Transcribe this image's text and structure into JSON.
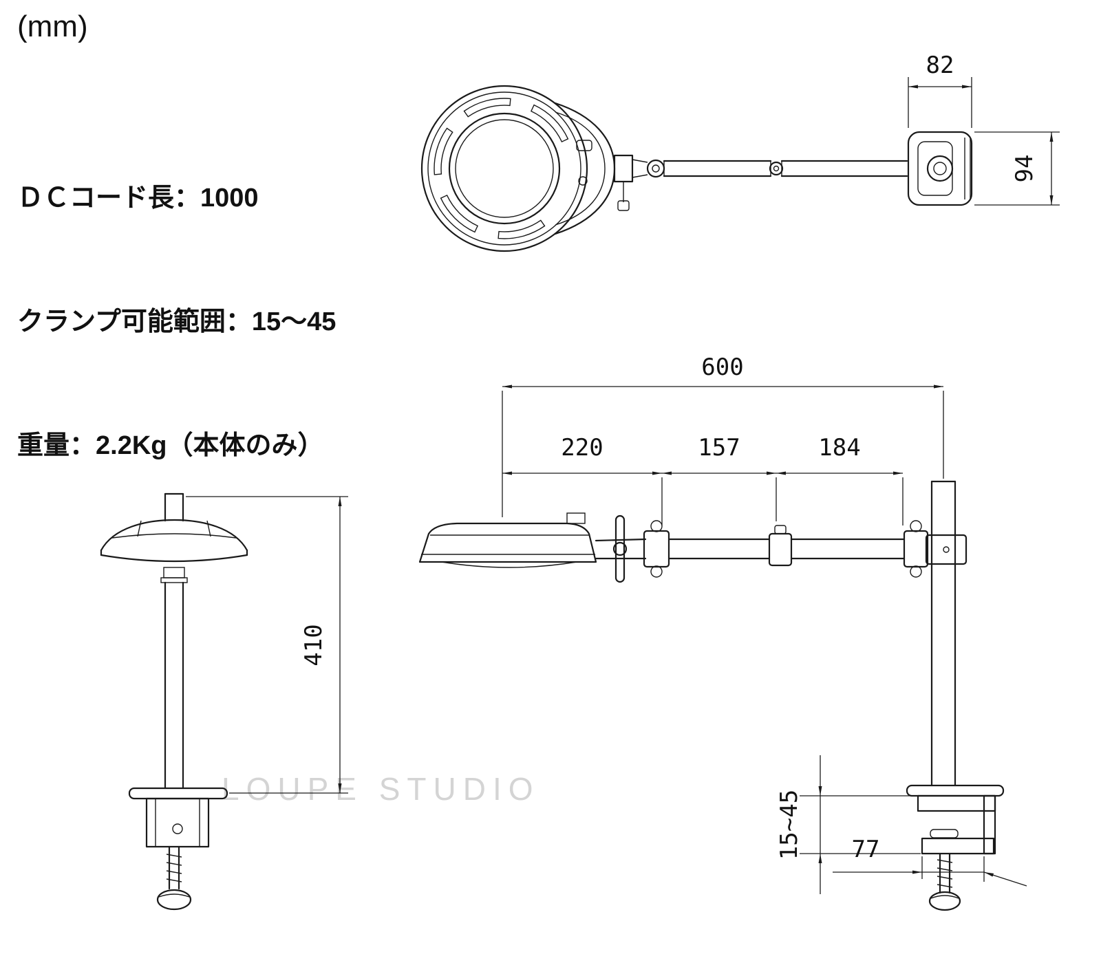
{
  "unit_label": "(mm)",
  "specs": {
    "dc_cord": "ＤＣコード長：1000",
    "clamp_range": "クランプ可能範囲：15～45",
    "weight": "重量：2.2Kg（本体のみ）"
  },
  "dimensions": {
    "bracket_width": "82",
    "bracket_height": "94",
    "arm_total_length": "600",
    "arm_segment_1": "220",
    "arm_segment_2": "157",
    "arm_segment_3": "184",
    "pole_height": "410",
    "clamp_opening_range": "15~45",
    "clamp_throat_depth": "77"
  },
  "watermark": "LOUPE STUDIO",
  "colors": {
    "line": "#1a1a1a",
    "background": "#ffffff",
    "watermark": "#d4d4d4"
  }
}
